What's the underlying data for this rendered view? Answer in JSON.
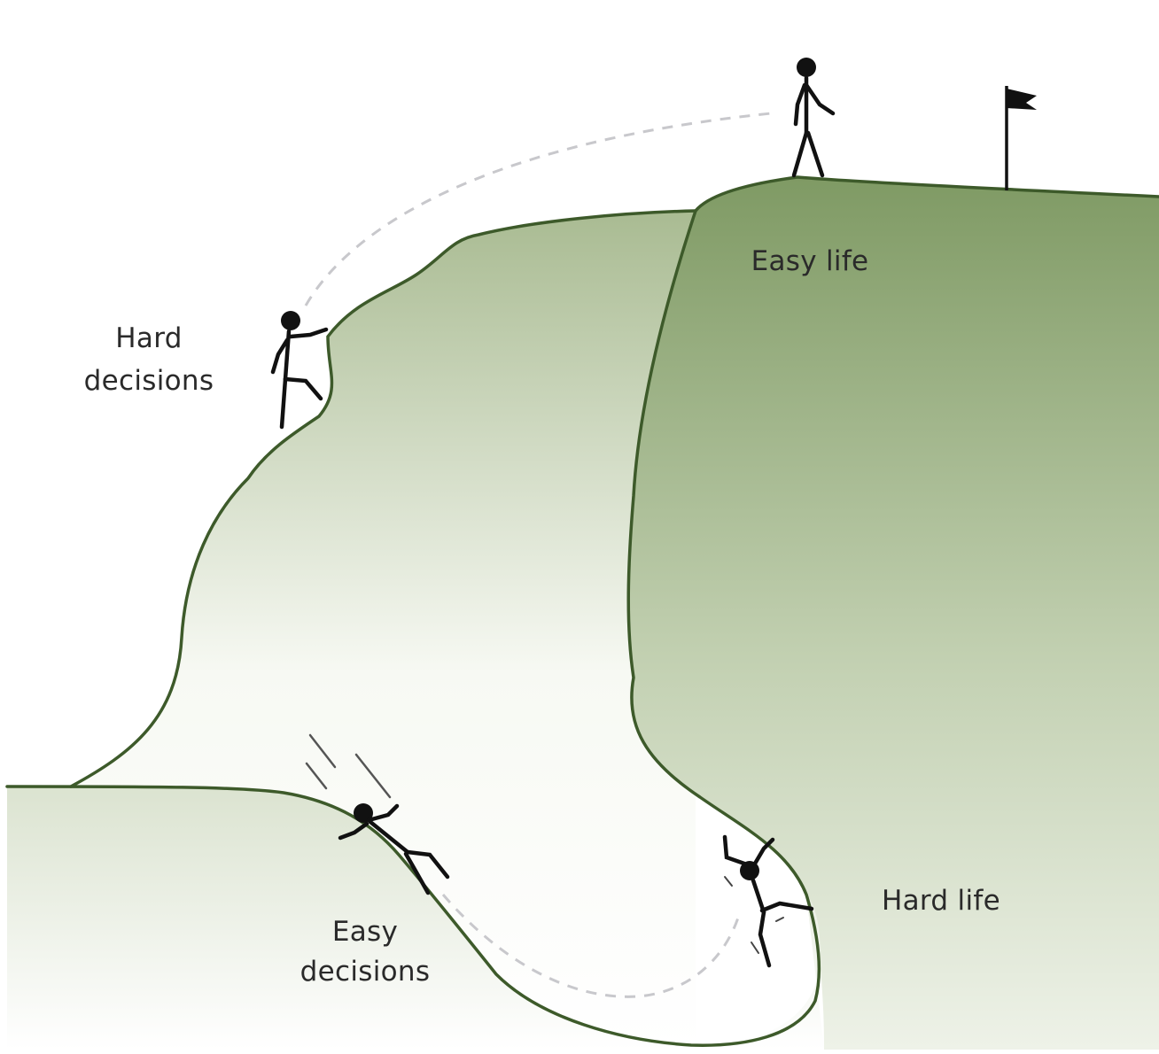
{
  "labels": {
    "hard_decisions_line1": "Hard",
    "hard_decisions_line2": "decisions",
    "easy_life": "Easy life",
    "easy_decisions_line1": "Easy",
    "easy_decisions_line2": "decisions",
    "hard_life": "Hard life"
  },
  "colors": {
    "outline": "#3d5a2a",
    "fill_dark": "#7f9a64",
    "fill_light": "#eef2e8",
    "dashed_path": "#c8c8cc",
    "figure": "#111111"
  },
  "icons": {
    "flag": "flag-icon",
    "figures": [
      "climbing-figure",
      "walking-figure",
      "sliding-figure",
      "stuck-figure"
    ]
  }
}
